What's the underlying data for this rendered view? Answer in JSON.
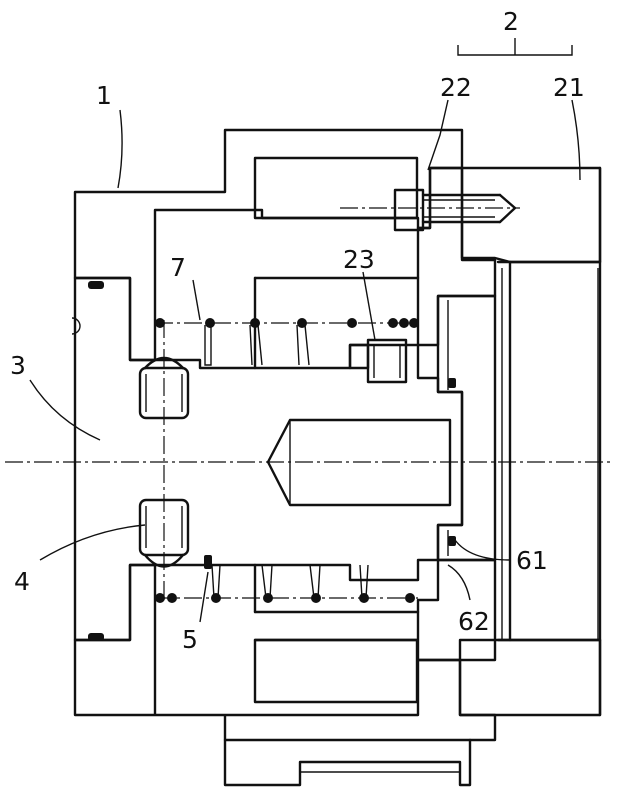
{
  "labels": {
    "n1": "1",
    "n2": "2",
    "n21": "21",
    "n22": "22",
    "n23": "23",
    "n3": "3",
    "n4": "4",
    "n5": "5",
    "n61": "61",
    "n62": "62",
    "n7": "7"
  }
}
